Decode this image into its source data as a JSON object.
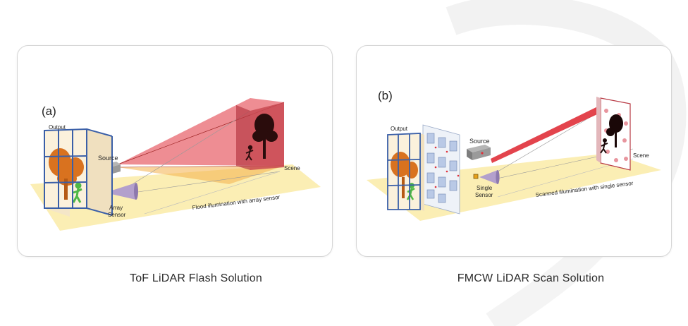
{
  "panels": [
    {
      "tag": "(a)",
      "labels": {
        "output": "Output",
        "source": "Source",
        "sensor_line1": "Array",
        "sensor_line2": "Sensor",
        "scene": "Scene",
        "beam": "Flood illumination with array sensor"
      },
      "caption": "ToF LiDAR Flash Solution"
    },
    {
      "tag": "(b)",
      "labels": {
        "output": "Output",
        "source": "Source",
        "sensor_line1": "Single",
        "sensor_line2": "Sensor",
        "scene": "Scene",
        "beam": "Scanned illumination with single sensor"
      },
      "caption": "FMCW LiDAR Scan Solution"
    }
  ],
  "colors": {
    "floor": "#fbeeb4",
    "grid": "#3a5fa8",
    "beam_red": "#e0303a",
    "tree_orange": "#d9721f",
    "person_green": "#4fb845",
    "sensor_purple": "#b3a0cc"
  }
}
